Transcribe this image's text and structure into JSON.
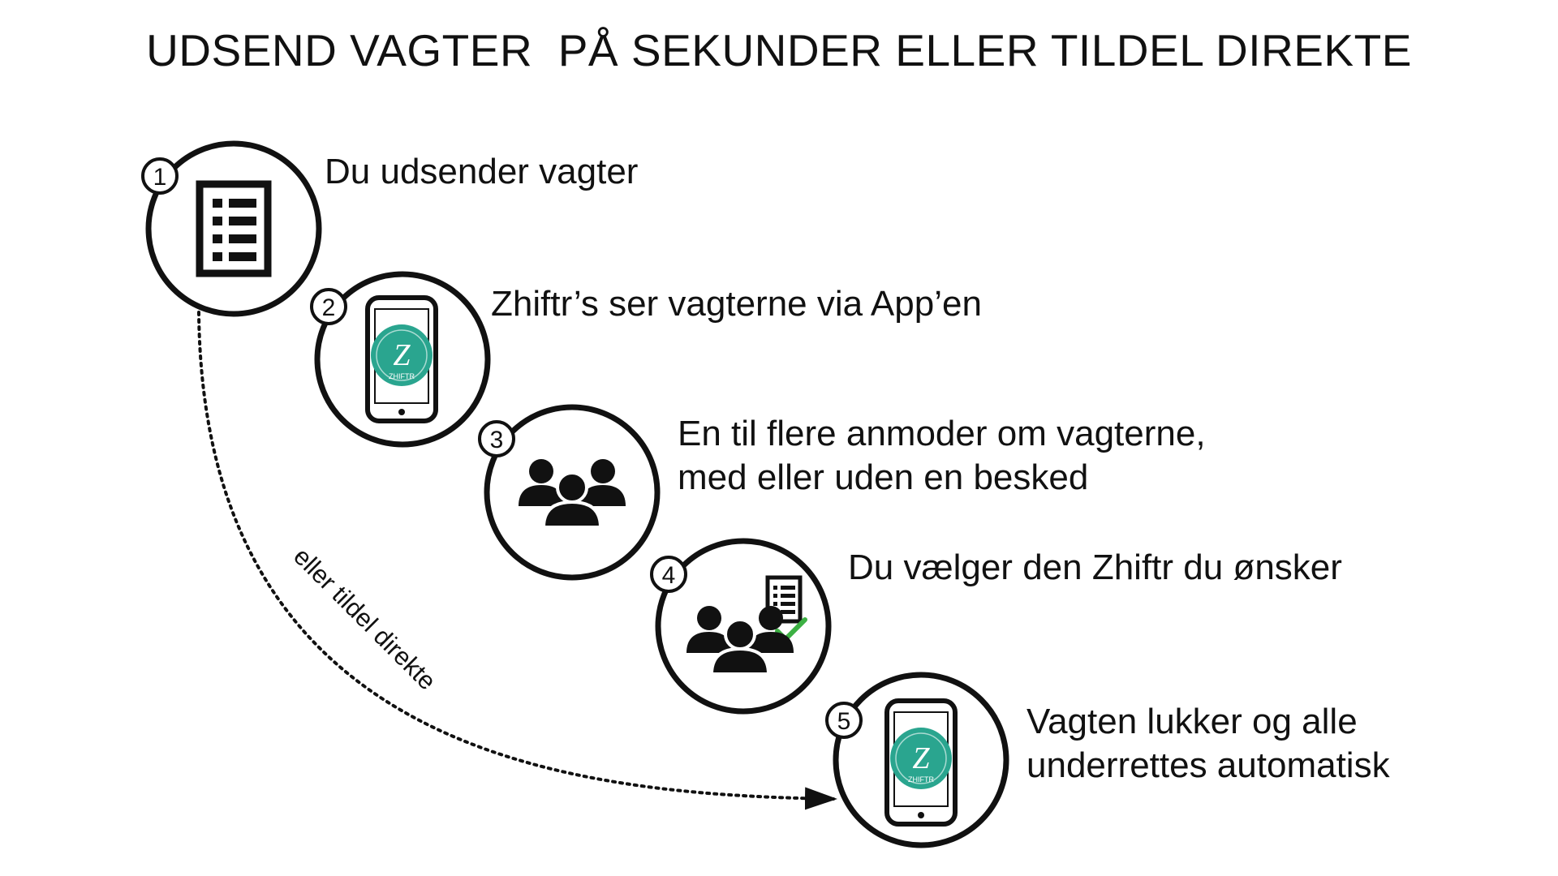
{
  "title": "UDSEND VAGTER  PÅ SEKUNDER ELLER TILDEL DIREKTE",
  "steps": [
    {
      "number": "1",
      "icon": "document-list-icon",
      "lines": [
        "Du udsender vagter"
      ]
    },
    {
      "number": "2",
      "icon": "phone-app-icon",
      "lines": [
        "Zhiftr’s ser vagterne via App’en"
      ]
    },
    {
      "number": "3",
      "icon": "group-icon",
      "lines": [
        "En til flere anmoder om vagterne,",
        "med eller uden en besked"
      ]
    },
    {
      "number": "4",
      "icon": "group-select-icon",
      "lines": [
        "Du vælger den Zhiftr du ønsker"
      ]
    },
    {
      "number": "5",
      "icon": "phone-app-icon",
      "lines": [
        "Vagten lukker og alle",
        "underrettes automatisk"
      ]
    }
  ],
  "shortcut_label": "eller tildel direkte",
  "logo": {
    "letter": "Z",
    "name": "ZHIFTR"
  },
  "colors": {
    "stroke": "#111111",
    "logo_green": "#2aa58f",
    "check_green": "#3cb043",
    "background": "#ffffff"
  }
}
